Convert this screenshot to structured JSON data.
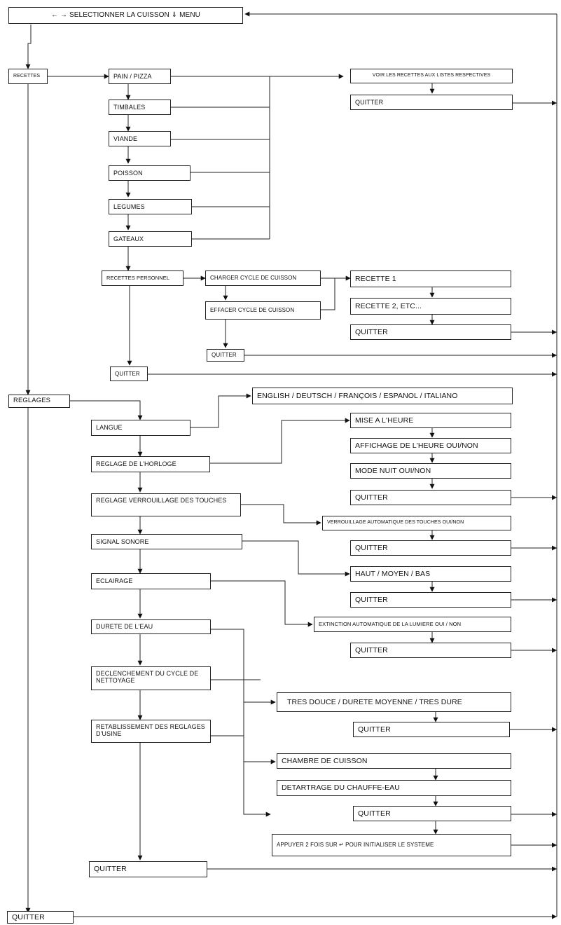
{
  "diagram": {
    "menu_header": "← → SELECTIONNER LA CUISSON    ⇓ MENU",
    "recettes": "RECETTES",
    "pain_pizza": "PAIN / PIZZA",
    "timbales": "TIMBALES",
    "viande": "VIANDE",
    "poisson": "POISSON",
    "legumes": "LEGUMES",
    "gateaux": "GATEAUX",
    "voir_recettes": "VOIR LES RECETTES AUX LISTES RESPECTIVES",
    "recettes_personnel": "RECETTES PERSONNEL",
    "charger_cycle": "CHARGER CYCLE DE CUISSON",
    "effacer_cycle": "EFFACER CYCLE DE CUISSON",
    "recette_1": "RECETTE 1",
    "recette_2": "RECETTE 2, ETC...",
    "reglages": "REGLAGES",
    "langue": "LANGUE",
    "languages": "ENGLISH / DEUTSCH / FRANÇOIS / ESPANOL / ITALIANO",
    "reglage_horloge": "REGLAGE DE L'HORLOGE",
    "mise_heure": "MISE A L'HEURE",
    "affichage_heure": "AFFICHAGE DE L'HEURE  OUI/NON",
    "mode_nuit": "MODE NUIT  OUI/NON",
    "reglage_verrouillage": "REGLAGE VERROUILLAGE DES TOUCHES",
    "verrouillage_auto": "VERROUILLAGE AUTOMATIQUE DES TOUCHES OUI/NON",
    "signal_sonore": "SIGNAL SONORE",
    "haut_moyen_bas": "HAUT / MOYEN / BAS",
    "eclairage": "ECLAIRAGE",
    "extinction": "EXTINCTION AUTOMATIQUE DE LA LUMIERE OUI / NON",
    "durete_eau": "DURETE DE L'EAU",
    "tres_douce": "TRES DOUCE / DURETE MOYENNE / TRES DURE",
    "declenchement": "DECLENCHEMENT DU CYCLE DE NETTOYAGE",
    "chambre_cuisson": "CHAMBRE DE CUISSON",
    "detartrage": "DETARTRAGE DU CHAUFFE-EAU",
    "retablissement": "RETABLISSEMENT DES REGLAGES D'USINE",
    "appuyer": "APPUYER 2 FOIS SUR  ↵  POUR INITIALISER LE SYSTEME",
    "quitter": "QUITTER"
  }
}
